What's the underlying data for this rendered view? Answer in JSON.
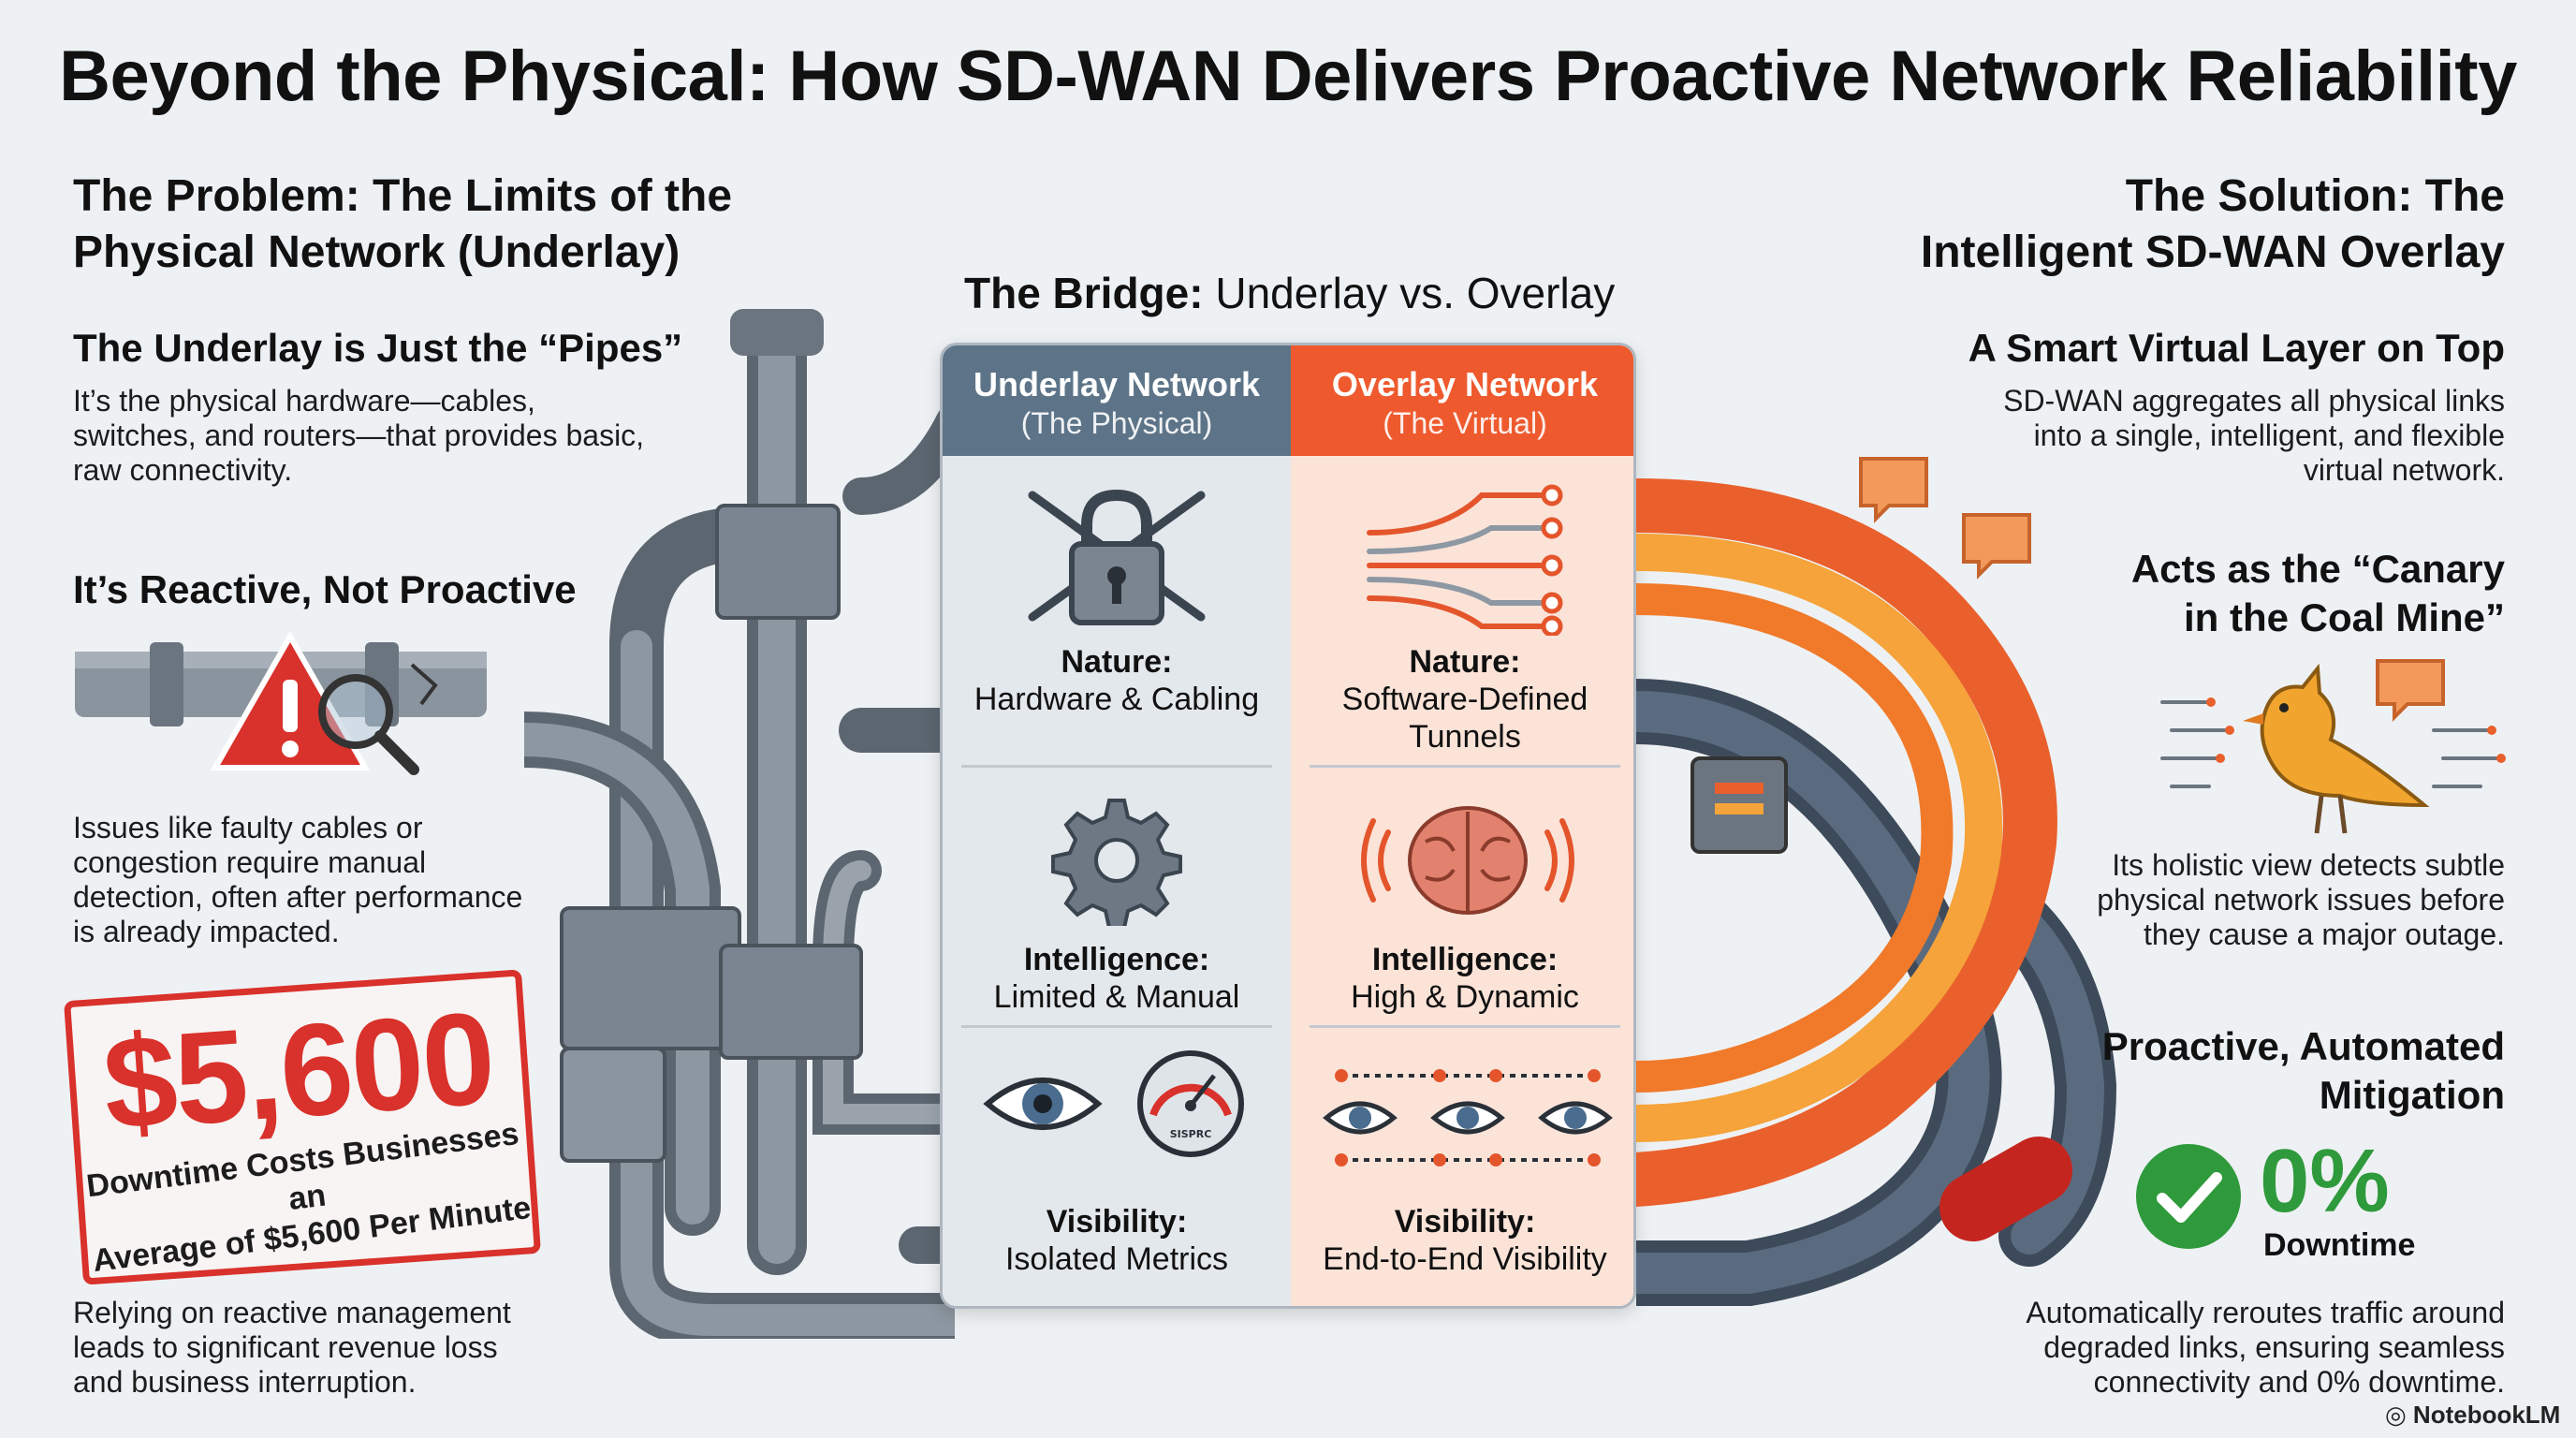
{
  "title": "Beyond the Physical: How SD-WAN Delivers Proactive Network Reliability",
  "problem": {
    "heading_line1": "The Problem: The Limits of the",
    "heading_line2": "Physical Network (Underlay)",
    "pipes_heading": "The Underlay is Just the “Pipes”",
    "pipes_body": [
      "It’s the physical hardware—cables,",
      "switches, and routers—that provides basic,",
      "raw connectivity."
    ],
    "reactive_heading": "It’s Reactive, Not Proactive",
    "reactive_body": [
      "Issues like faulty cables or",
      "congestion require manual",
      "detection, often after performance",
      "is already impacted."
    ],
    "stat_value": "$5,600",
    "stat_caption_line1": "Downtime Costs Businesses an",
    "stat_caption_line2": "Average of $5,600 Per Minute",
    "footer_body": [
      "Relying on reactive management",
      "leads to significant revenue loss",
      "and business interruption."
    ]
  },
  "bridge": {
    "title_bold": "The Bridge:",
    "title_rest": " Underlay vs. Overlay",
    "underlay": {
      "title": "Underlay Network",
      "subtitle": "(The Physical)",
      "nature_label": "Nature:",
      "nature_value": "Hardware & Cabling",
      "intel_label": "Intelligence:",
      "intel_value": "Limited & Manual",
      "vis_label": "Visibility:",
      "vis_value": "Isolated Metrics",
      "gauge_text": "SISPRC"
    },
    "overlay": {
      "title": "Overlay Network",
      "subtitle": "(The Virtual)",
      "nature_label": "Nature:",
      "nature_value_line1": "Software-Defined",
      "nature_value_line2": "Tunnels",
      "intel_label": "Intelligence:",
      "intel_value": "High & Dynamic",
      "vis_label": "Visibility:",
      "vis_value": "End-to-End Visibility"
    }
  },
  "solution": {
    "heading_line1": "The Solution: The",
    "heading_line2": "Intelligent SD-WAN Overlay",
    "smart_heading": "A Smart Virtual Layer on Top",
    "smart_body": [
      "SD-WAN aggregates all physical links",
      "into a single, intelligent, and flexible",
      "virtual network."
    ],
    "canary_heading_line1": "Acts as the “Canary",
    "canary_heading_line2": "in the Coal Mine”",
    "canary_body": [
      "Its holistic view detects subtle",
      "physical network issues before",
      "they cause a major outage."
    ],
    "mitigation_heading_line1": "Proactive, Automated",
    "mitigation_heading_line2": "Mitigation",
    "zero_value": "0%",
    "zero_label": "Downtime",
    "mitigation_body": [
      "Automatically reroutes traffic around",
      "degraded links, ensuring seamless",
      "connectivity and 0% downtime."
    ]
  },
  "brand": "NotebookLM",
  "colors": {
    "underlay_header": "#5d7488",
    "overlay_header": "#ee5a2e",
    "alert_red": "#d9312b",
    "success_green": "#2f9a3c",
    "pipe_grey": "#6b7580",
    "overlay_orange": "#f07a2a"
  }
}
